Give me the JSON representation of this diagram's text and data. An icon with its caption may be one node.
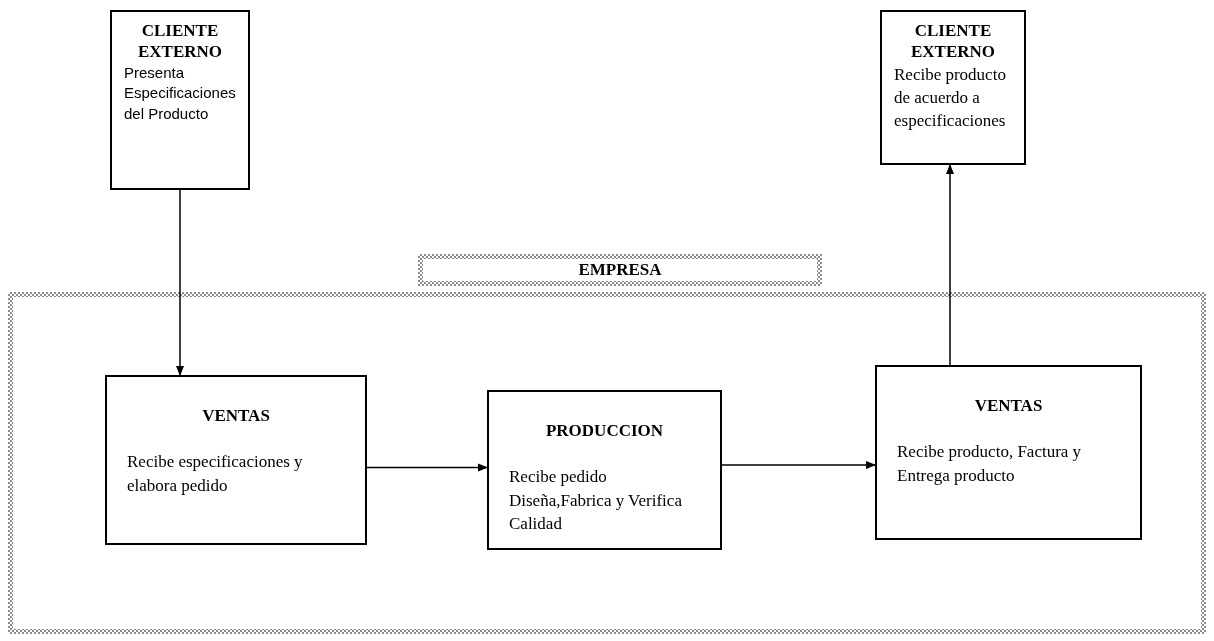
{
  "diagram": {
    "nodes": [
      {
        "text": [
          "CLIENTE EXTERNO",
          "Presenta Especificaciones del Producto"
        ]
      },
      {
        "text": [
          "CLIENTE EXTERNO",
          "Recibe producto de acuerdo a especificaciones"
        ]
      },
      {
        "text": [
          "EMPRESA"
        ]
      },
      {
        "text": [],
        "shape": "box"
      },
      {
        "text": [
          "VENTAS",
          "Recibe especificaciones y elabora pedido"
        ],
        "in": 3
      },
      {
        "text": [
          "PRODUCCION",
          "Recibe pedido Diseña,Fabrica y Verifica Calidad"
        ],
        "in": 3
      },
      {
        "text": [
          "VENTAS",
          "Recibe producto, Factura y Entrega producto"
        ],
        "in": 3
      }
    ],
    "edges": [
      {
        "from": 0,
        "to": 4,
        "arrow": "to"
      },
      {
        "from": 4,
        "to": 5,
        "arrow": "to"
      },
      {
        "from": 5,
        "to": 6,
        "arrow": "to"
      },
      {
        "from": 6,
        "to": 1,
        "arrow": "to"
      }
    ]
  }
}
